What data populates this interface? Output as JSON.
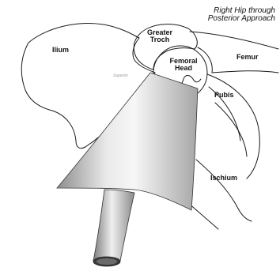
{
  "title": {
    "line1": "Right Hip through",
    "line2": "Posterior Approach"
  },
  "labels": {
    "ilium": "Ilium",
    "greater_troch_1": "Greater",
    "greater_troch_2": "Troch",
    "femoral_head_1": "Femoral",
    "femoral_head_2": "Head",
    "femur": "Femur",
    "pubis": "Pubis",
    "ischium": "Ischium",
    "superior": "Superior"
  },
  "colors": {
    "outline": "#1a1a1a",
    "instrument_light": "#f2f2f2",
    "instrument_dark": "#9e9e9e"
  }
}
